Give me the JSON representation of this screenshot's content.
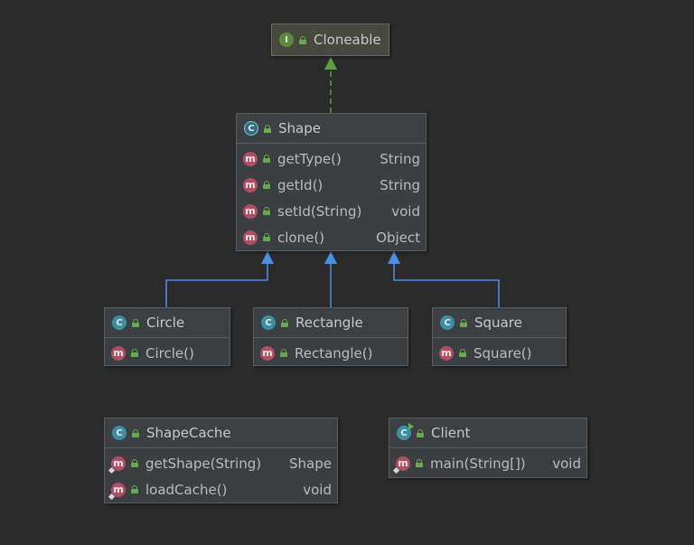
{
  "colors": {
    "background": "#2b2b2b",
    "implements_edge": "#5f9f3e",
    "extends_edge": "#4a90e2",
    "class_icon": "#3d8ea3",
    "interface_icon": "#5f8a3e",
    "method_icon": "#b24e64"
  },
  "cloneable": {
    "icon_letter": "I",
    "name": "Cloneable"
  },
  "shape": {
    "icon_letter": "C",
    "name": "Shape",
    "methods": [
      {
        "icon_letter": "m",
        "name": "getType()",
        "type": "String"
      },
      {
        "icon_letter": "m",
        "name": "getId()",
        "type": "String"
      },
      {
        "icon_letter": "m",
        "name": "setId(String)",
        "type": "void"
      },
      {
        "icon_letter": "m",
        "name": "clone()",
        "type": "Object"
      }
    ]
  },
  "circle": {
    "icon_letter": "C",
    "name": "Circle",
    "methods": [
      {
        "icon_letter": "m",
        "name": "Circle()"
      }
    ]
  },
  "rectangle": {
    "icon_letter": "C",
    "name": "Rectangle",
    "methods": [
      {
        "icon_letter": "m",
        "name": "Rectangle()"
      }
    ]
  },
  "square": {
    "icon_letter": "C",
    "name": "Square",
    "methods": [
      {
        "icon_letter": "m",
        "name": "Square()"
      }
    ]
  },
  "shape_cache": {
    "icon_letter": "C",
    "name": "ShapeCache",
    "methods": [
      {
        "icon_letter": "m",
        "name": "getShape(String)",
        "type": "Shape"
      },
      {
        "icon_letter": "m",
        "name": "loadCache()",
        "type": "void"
      }
    ]
  },
  "client": {
    "icon_letter": "C",
    "name": "Client",
    "methods": [
      {
        "icon_letter": "m",
        "name": "main(String[])",
        "type": "void"
      }
    ]
  }
}
